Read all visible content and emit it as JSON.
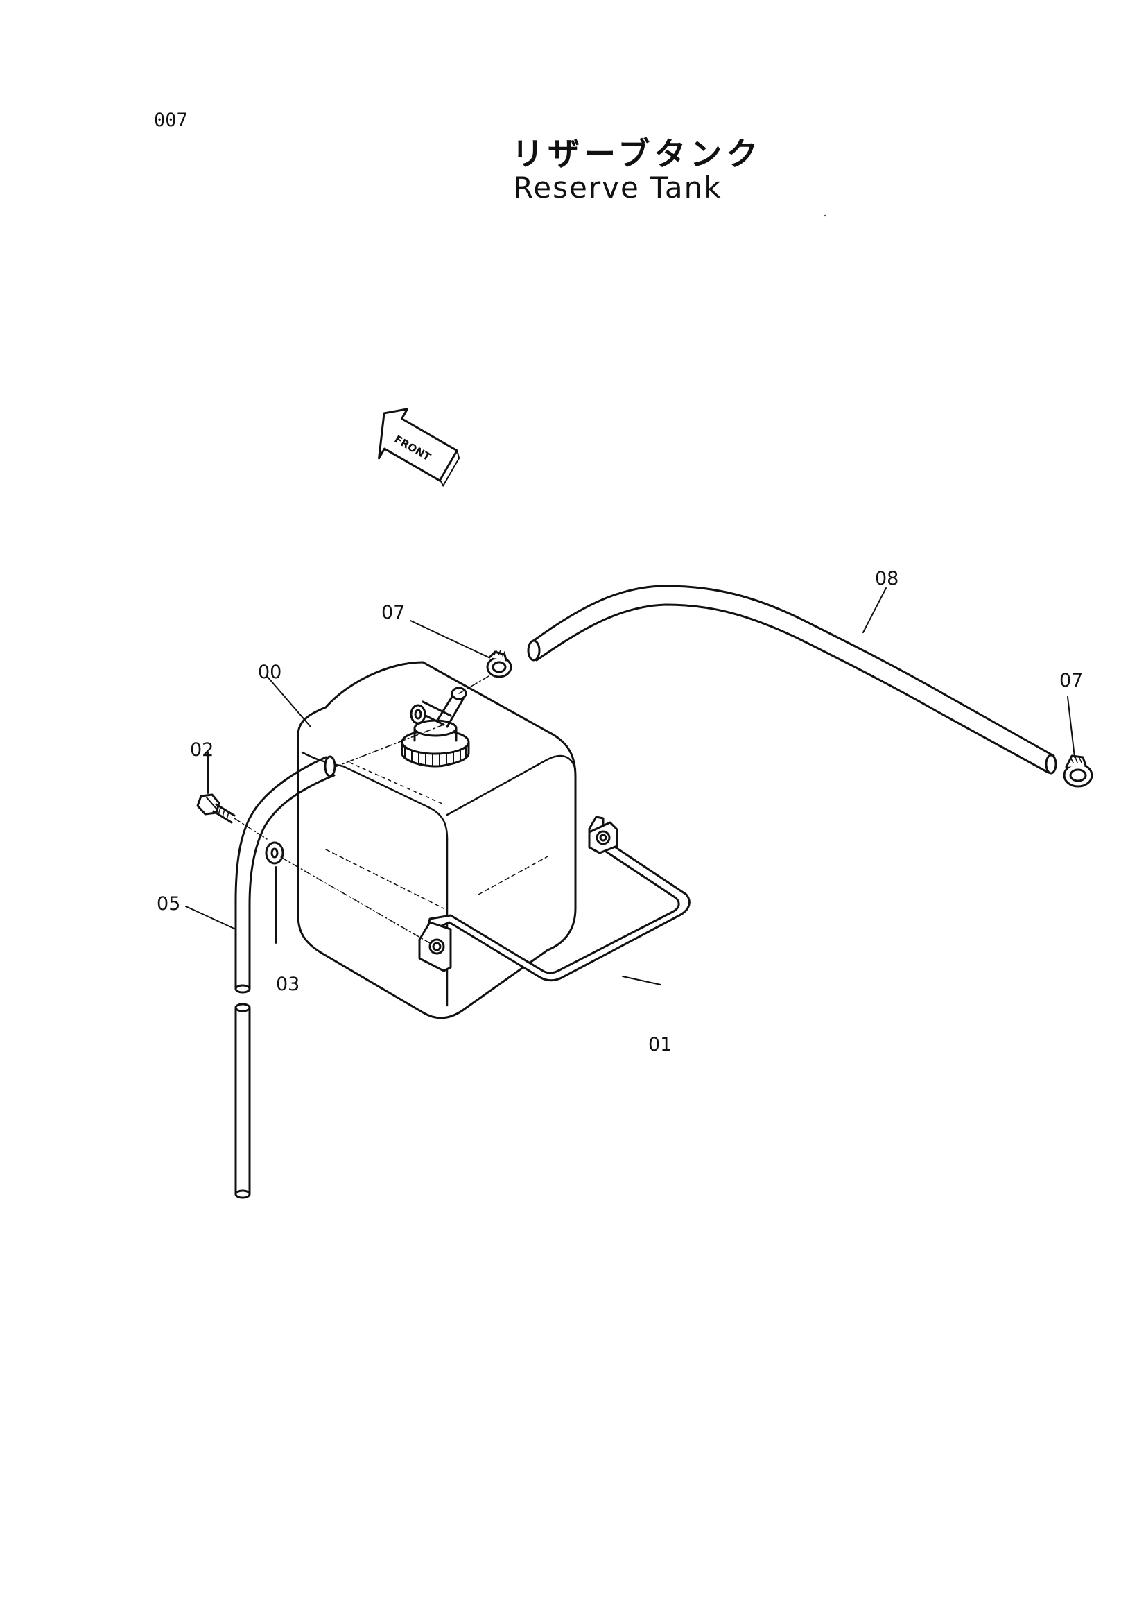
{
  "page_number": "007",
  "title_jp": "リザーブタンク",
  "title_en": "Reserve Tank",
  "front_label": "FRONT",
  "callouts": {
    "c00": "00",
    "c01": "01",
    "c02": "02",
    "c03": "03",
    "c05": "05",
    "c07a": "07",
    "c07b": "07",
    "c08": "08"
  }
}
